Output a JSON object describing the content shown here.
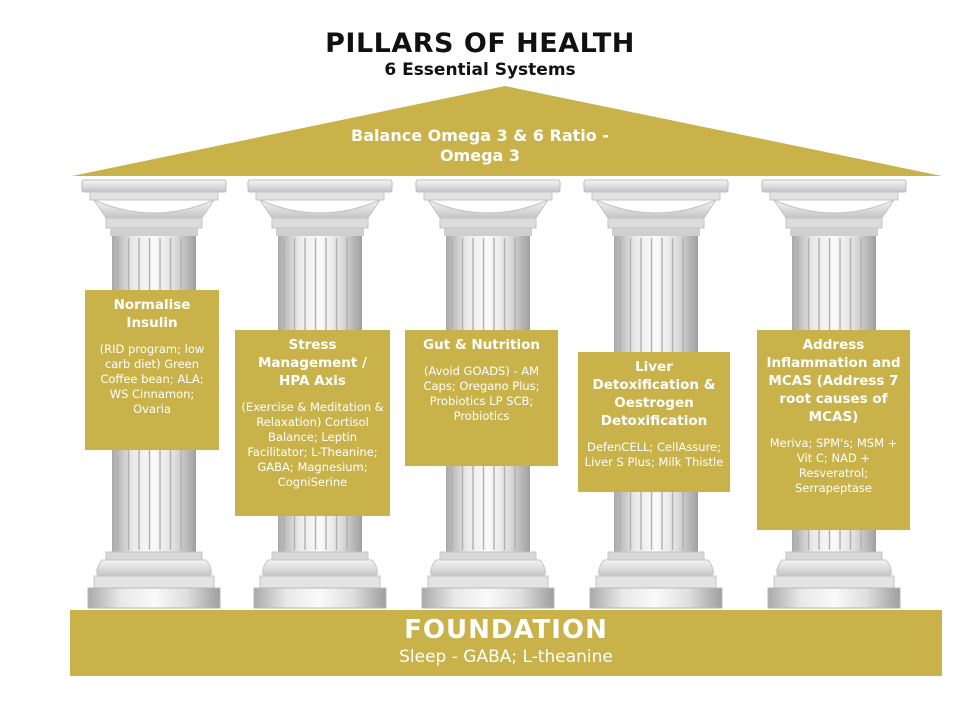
{
  "header": {
    "title": "PILLARS OF HEALTH",
    "subtitle": "6 Essential Systems"
  },
  "roof": {
    "text_line1": "Balance Omega 3 & 6 Ratio -",
    "text_line2": "Omega 3"
  },
  "colors": {
    "gold": "#c9b24a",
    "text_on_gold": "#ffffff",
    "column_light": "#f2f2f2",
    "column_shadow": "#b8b8b8"
  },
  "pillars": [
    {
      "title": "Normalise Insulin",
      "body": "(RID program; low carb diet) Green Coffee bean; ALA; WS Cinnamon; Ovaria"
    },
    {
      "title": "Stress Management / HPA Axis",
      "body": "(Exercise & Meditation & Relaxation) Cortisol Balance; Leptin Facilitator; L-Theanine; GABA; Magnesium; CogniSerine"
    },
    {
      "title": "Gut & Nutrition",
      "body": "(Avoid GOADS) - AM Caps; Oregano Plus; Probiotics LP SCB; Probiotics"
    },
    {
      "title": "Liver Detoxification & Oestrogen Detoxification",
      "body": "DefenCELL; CellAssure; Liver S Plus; Milk Thistle"
    },
    {
      "title": "Address Inflammation and MCAS (Address 7 root causes of MCAS)",
      "body": "Meriva; SPM's; MSM + Vit C; NAD + Resveratrol; Serrapeptase"
    }
  ],
  "foundation": {
    "title": "FOUNDATION",
    "subtitle": "Sleep - GABA; L-theanine"
  }
}
